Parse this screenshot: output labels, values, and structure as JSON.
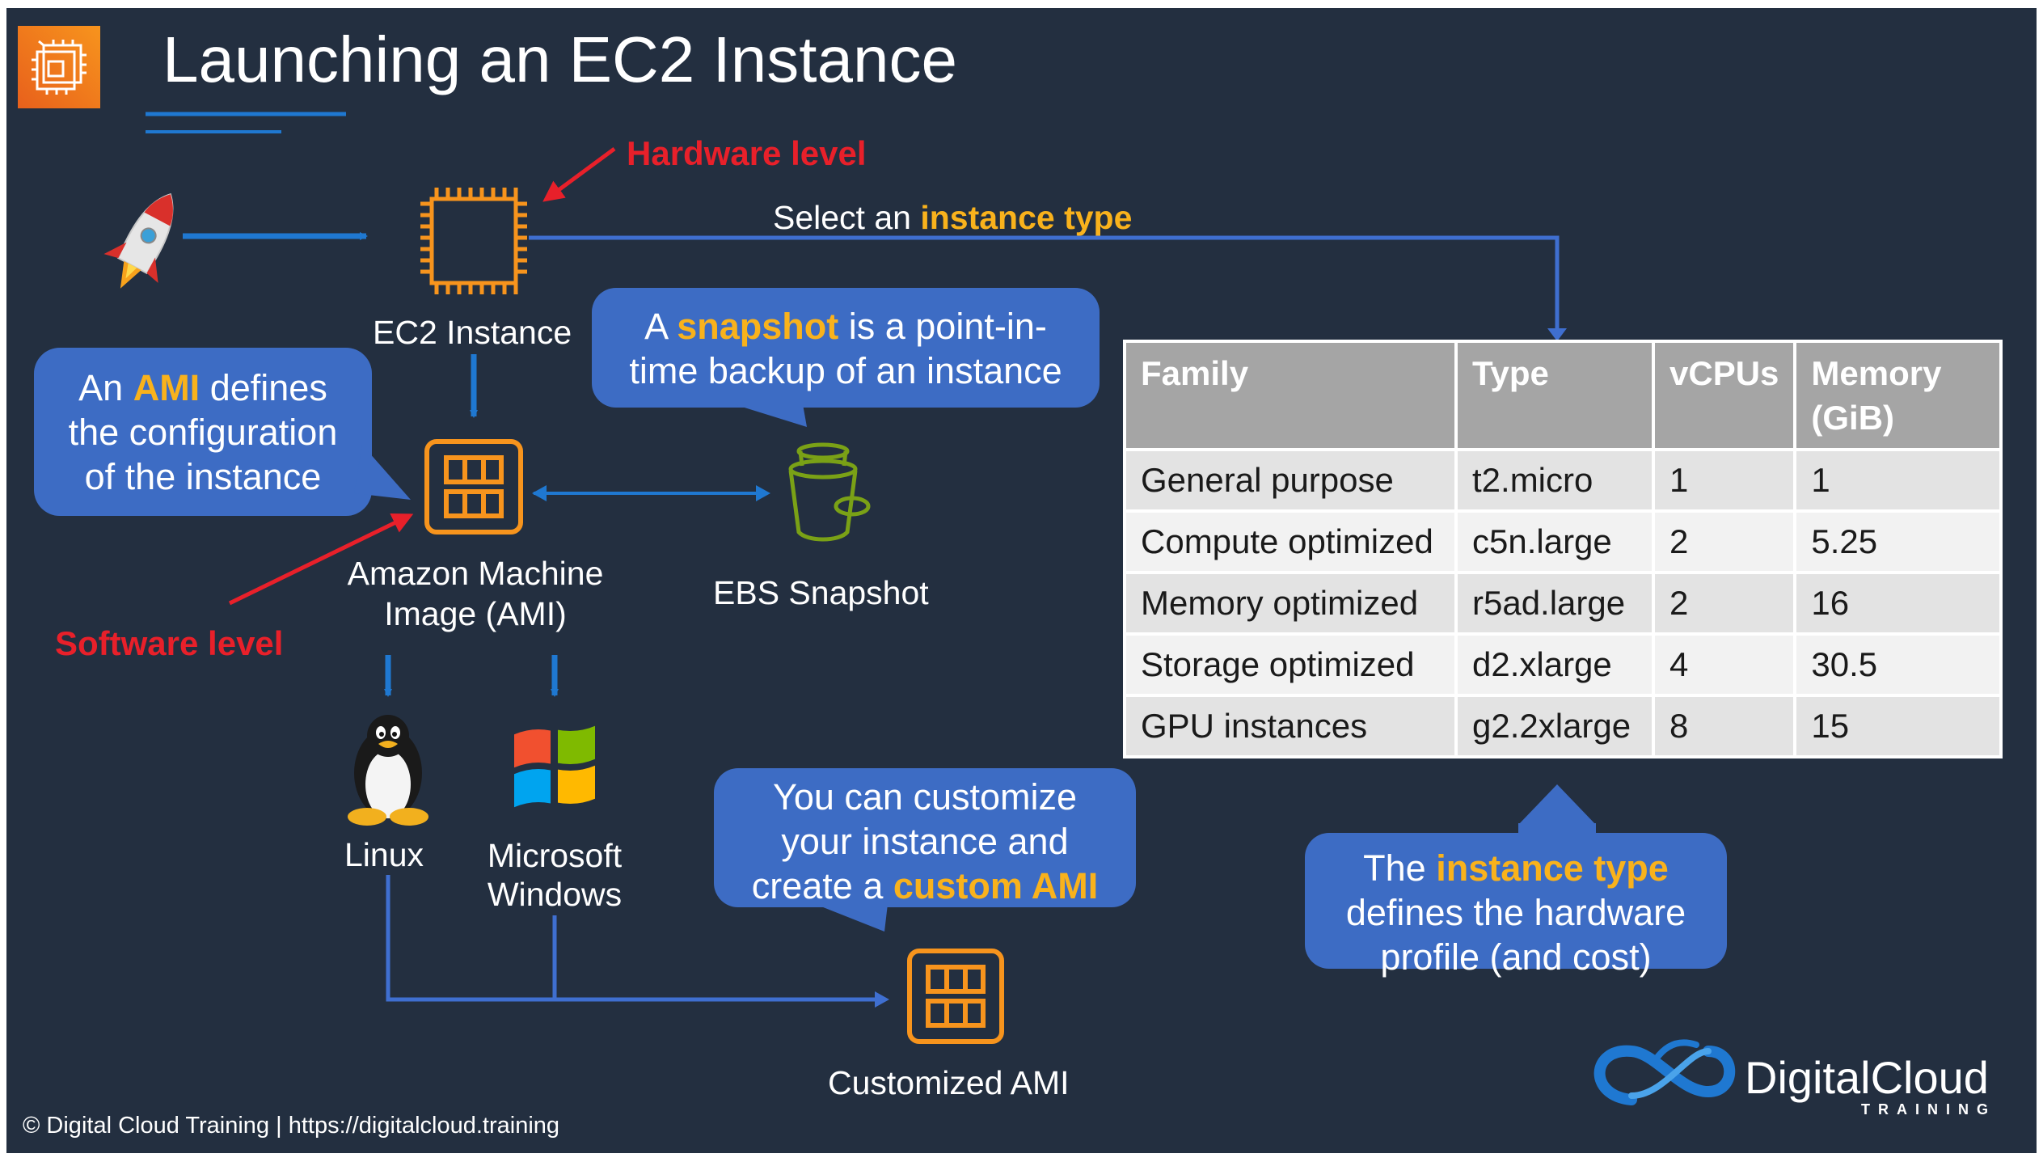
{
  "title": "Launching an EC2 Instance",
  "labels": {
    "hardware_level": "Hardware level",
    "software_level": "Software level",
    "select_prefix": "Select an ",
    "select_highlight": "instance type",
    "ec2_instance": "EC2 Instance",
    "ami_line1": "Amazon Machine",
    "ami_line2": "Image (AMI)",
    "ebs_snapshot": "EBS Snapshot",
    "linux": "Linux",
    "windows_line1": "Microsoft",
    "windows_line2": "Windows",
    "customized_ami": "Customized AMI"
  },
  "callouts": {
    "ami": {
      "prefix": "An ",
      "highlight": "AMI",
      "suffix": " defines",
      "line2": "the configuration",
      "line3": "of the instance"
    },
    "snapshot": {
      "prefix": "A ",
      "highlight": "snapshot",
      "suffix": " is a point-in-",
      "line2": "time backup of an instance"
    },
    "custom": {
      "line1": "You can customize",
      "line2": "your instance and",
      "prefix3": "create a ",
      "highlight": "custom AMI"
    },
    "instance_type": {
      "prefix": "The ",
      "highlight": "instance type",
      "line2": "defines the hardware",
      "line3": "profile (and cost)"
    }
  },
  "table": {
    "headers": [
      "Family",
      "Type",
      "vCPUs",
      "Memory (GiB)"
    ],
    "header_memory_line1": "Memory",
    "header_memory_line2": "(GiB)",
    "rows": [
      [
        "General purpose",
        "t2.micro",
        "1",
        "1"
      ],
      [
        "Compute optimized",
        "c5n.large",
        "2",
        "5.25"
      ],
      [
        "Memory optimized",
        "r5ad.large",
        "2",
        "16"
      ],
      [
        "Storage optimized",
        "d2.xlarge",
        "4",
        "30.5"
      ],
      [
        "GPU instances",
        "g2.2xlarge",
        "8",
        "15"
      ]
    ]
  },
  "logo": {
    "name": "DigitalCloud",
    "tagline": "TRAINING"
  },
  "footer": "© Digital Cloud Training  | https://digitalcloud.training",
  "icons": {
    "ec2": "ec2-icon",
    "chip": "chip-icon",
    "rocket": "rocket-icon",
    "ami": "ami-icon",
    "bucket": "ebs-snapshot-icon",
    "linux": "linux-tux-icon",
    "windows": "windows-logo-icon",
    "logo": "digitalcloud-logo-icon"
  },
  "colors": {
    "background": "#232f40",
    "accent_orange": "#f7941d",
    "highlight_yellow": "#f9b21c",
    "callout_blue": "#3d6cc4",
    "arrow_blue": "#1f78d1",
    "label_red": "#e8202a",
    "ebs_green": "#7aa116",
    "table_header": "#a5a5a5"
  }
}
